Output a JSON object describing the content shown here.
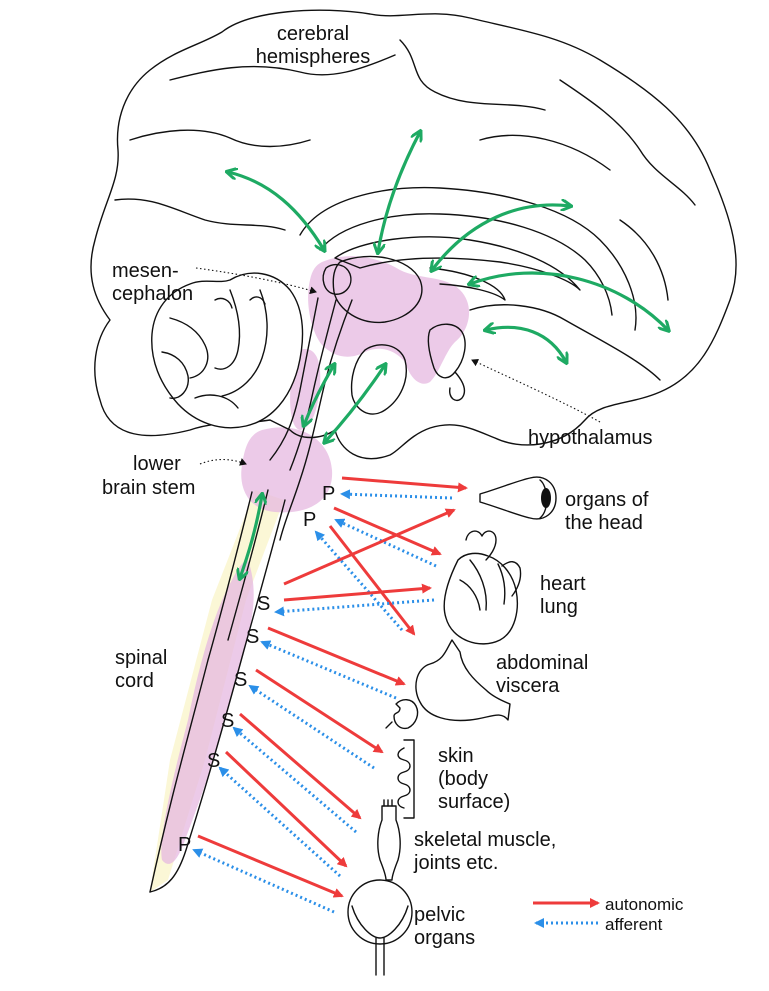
{
  "labels": {
    "cerebral": "cerebral",
    "hemispheres": "hemispheres",
    "mesen": "mesen-",
    "cephalon": "cephalon",
    "hypothalamus": "hypothalamus",
    "lower": "lower",
    "brain_stem": "brain stem",
    "spinal": "spinal",
    "cord": "cord",
    "organs_of": "organs of",
    "the_head": "the head",
    "heart": "heart",
    "lung": "lung",
    "abdominal": "abdominal",
    "viscera": "viscera",
    "skin": "skin",
    "body": "(body",
    "surface": "surface)",
    "skeletal": "skeletal muscle,",
    "joints": "joints etc.",
    "pelvic": "pelvic",
    "organs": "organs"
  },
  "markers": {
    "p1": "P",
    "p2": "P",
    "s1": "S",
    "s2": "S",
    "s3": "S",
    "s4": "S",
    "s5": "S",
    "p3": "P"
  },
  "legend": {
    "autonomic": "autonomic",
    "afferent": "afferent"
  },
  "colors": {
    "autonomic": "#ee3b3b",
    "afferent": "#2b8fe8",
    "central_pathway": "#1eaa63",
    "highlight": "#e6b8e0"
  }
}
